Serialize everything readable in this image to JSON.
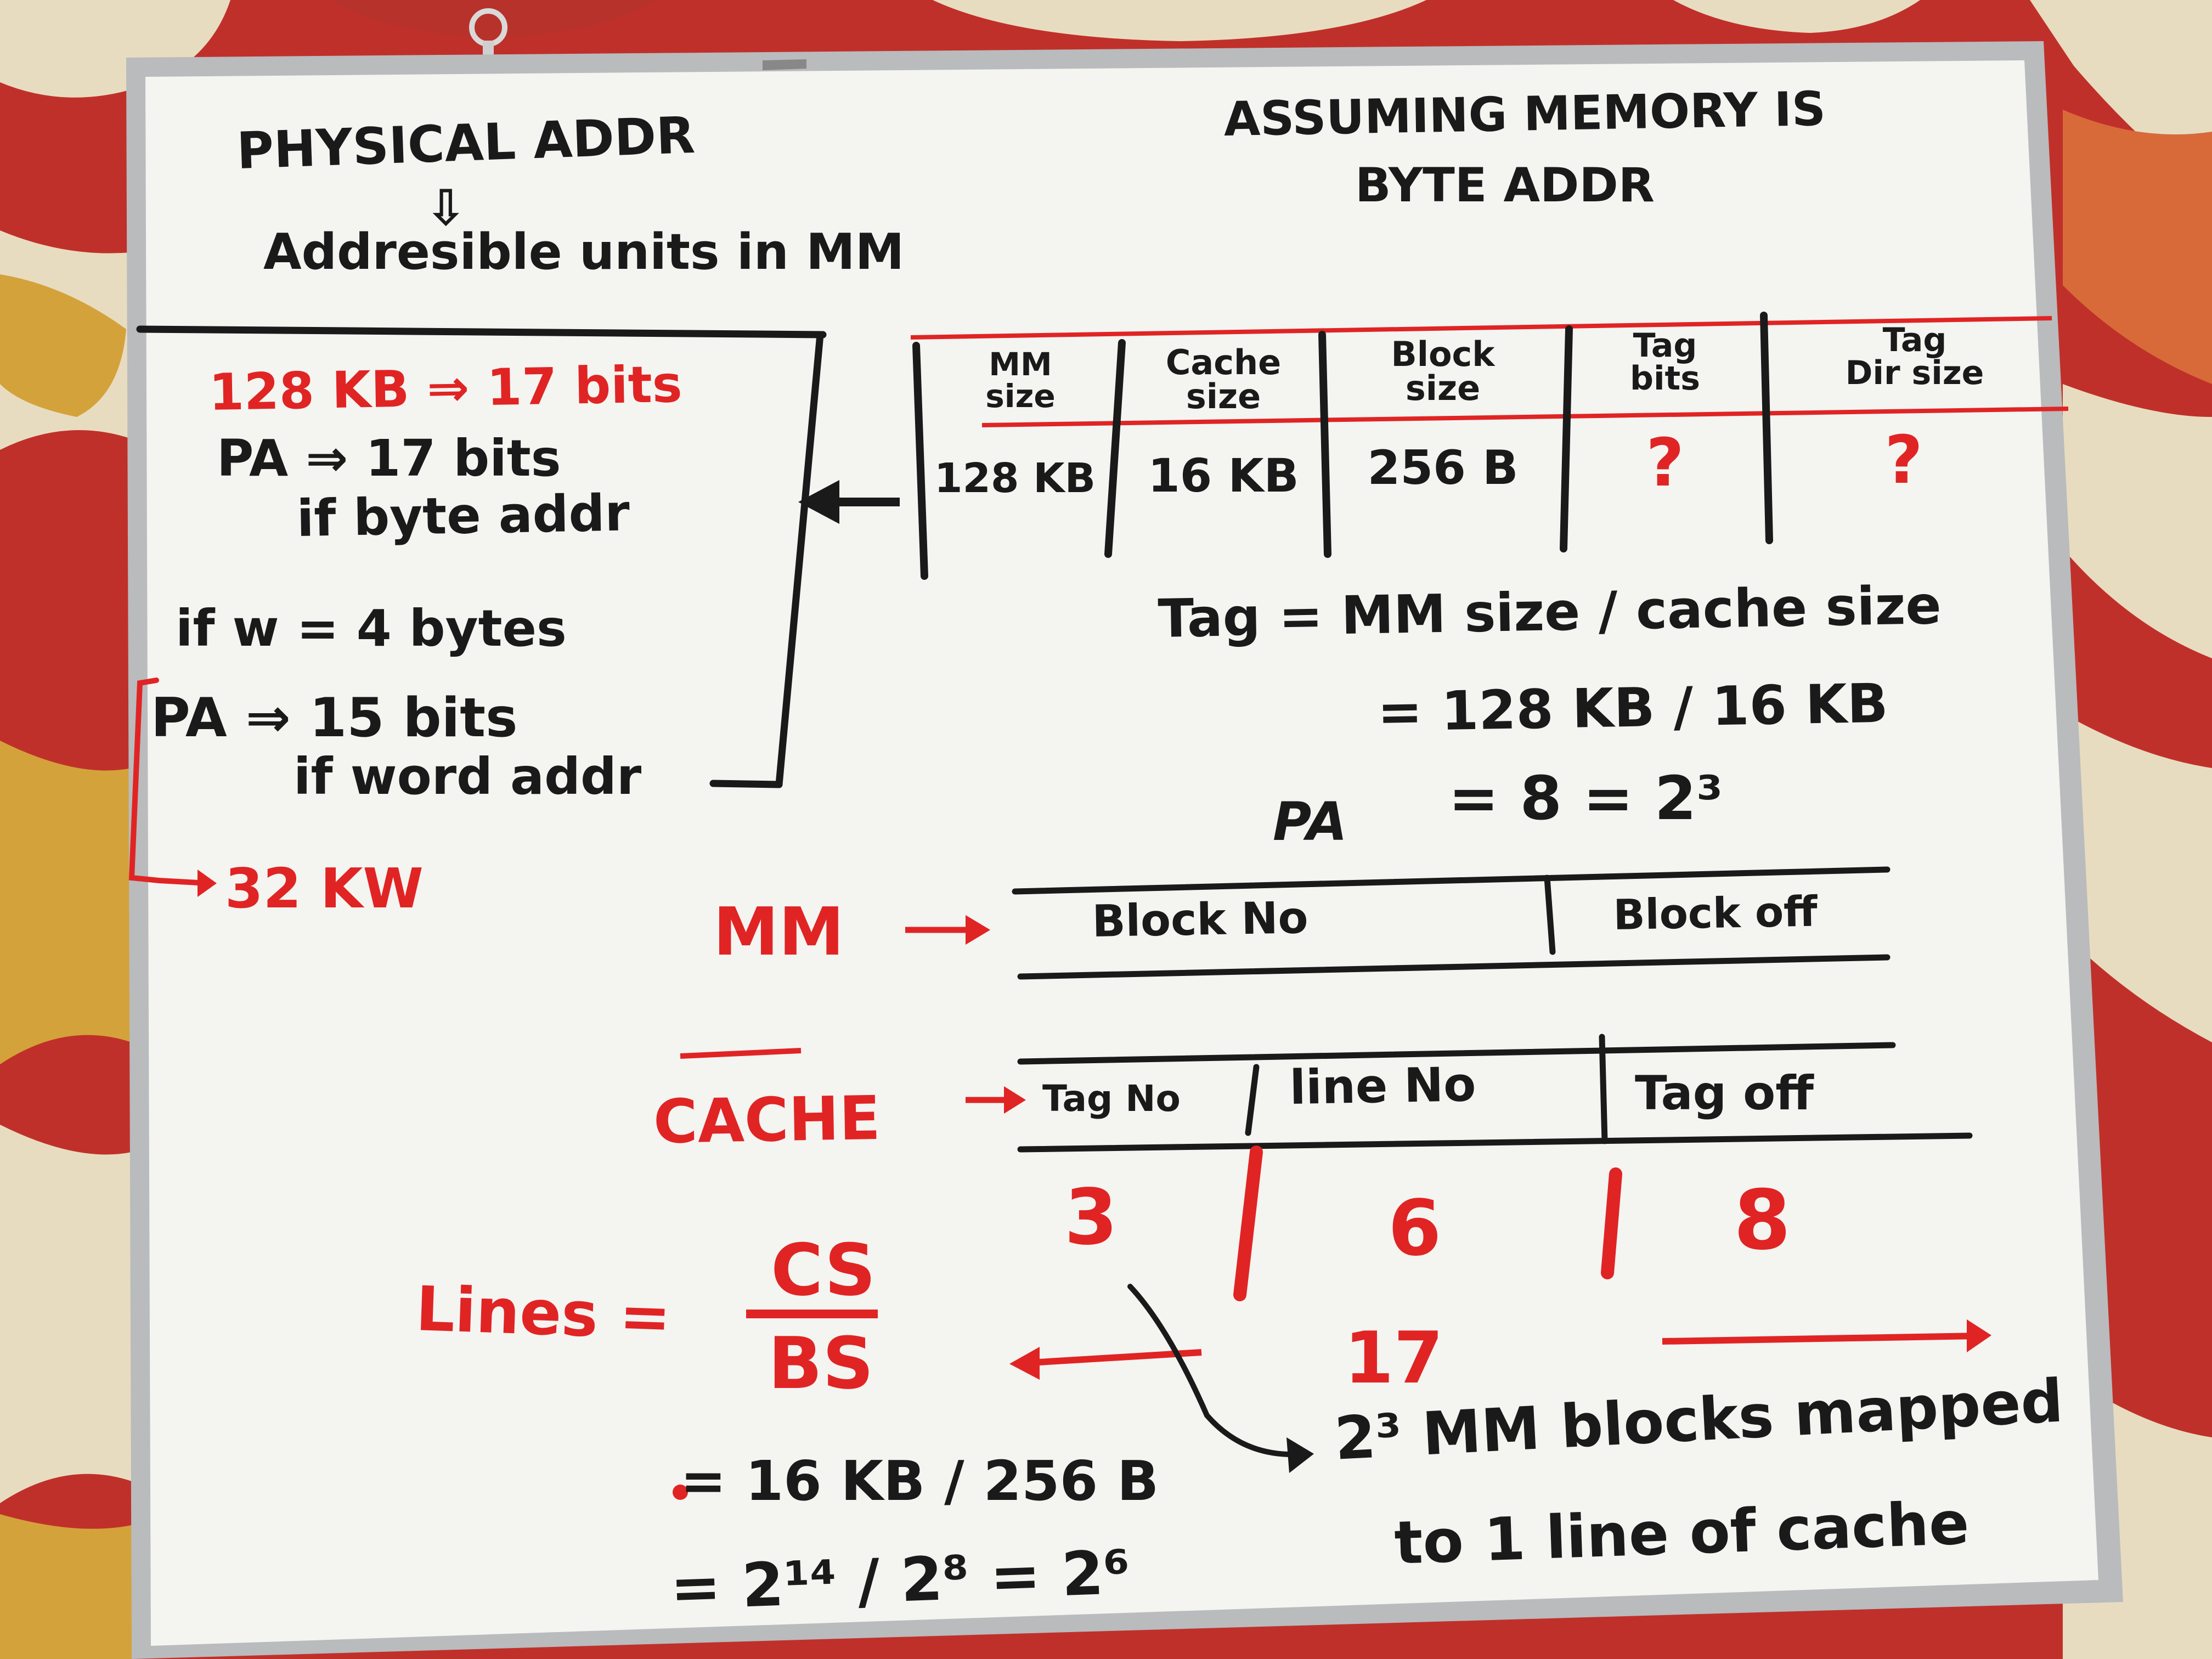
{
  "left_notes": {
    "title": "PHYSICAL ADDR",
    "arrow": "⇩",
    "subtitle": "Addresible units in MM",
    "size_bits": "128 KB ⇒ 17 bits",
    "pa_bits": "PA ⇒ 17 bits",
    "if_byte": "if byte addr",
    "if_word_size": "if w = 4 bytes",
    "pa_word_bits": "PA ⇒ 15 bits",
    "if_word": "if word addr",
    "word_count": "32 KW"
  },
  "right_notes": {
    "assumption_line1": "ASSUMING MEMORY IS",
    "assumption_line2": "BYTE ADDR"
  },
  "table": {
    "headers": [
      "MM\nsize",
      "Cache\nsize",
      "Block\nsize",
      "Tag\nbits",
      "Tag\nDir size"
    ],
    "values": [
      "128 KB",
      "16 KB",
      "256 B",
      "?",
      "?"
    ]
  },
  "tag_formula": {
    "line1": "Tag = MM size / cache size",
    "line2": "= 128 KB / 16 KB",
    "line3_label": "PA",
    "line3": "= 8 = 2³"
  },
  "mm_layout": {
    "label": "MM →",
    "fields": [
      "Block No",
      "Block off"
    ]
  },
  "cache_layout": {
    "label": "CACHE →",
    "fields": [
      "Tag No",
      "line No",
      "Tag off"
    ],
    "field_bits": [
      "3",
      "6",
      "8"
    ],
    "total_bits": "17"
  },
  "lines_formula": {
    "label": "Lines =",
    "numerator": "CS",
    "denominator": "BS",
    "step1": "= 16 KB / 256 B",
    "step2": "= 2¹⁴ / 2⁸ = 2⁶"
  },
  "mapping_note": {
    "line1": "2³ MM blocks mapped",
    "line2": "to 1 line of cache"
  },
  "colors": {
    "carpet_red": "#c0302a",
    "carpet_cream": "#e8dcc0",
    "carpet_yellow": "#d4a23a",
    "board": "#f4f4f1",
    "frame": "#b9bbbd",
    "marker_black": "#1a1a1a",
    "marker_red": "#e02424"
  }
}
